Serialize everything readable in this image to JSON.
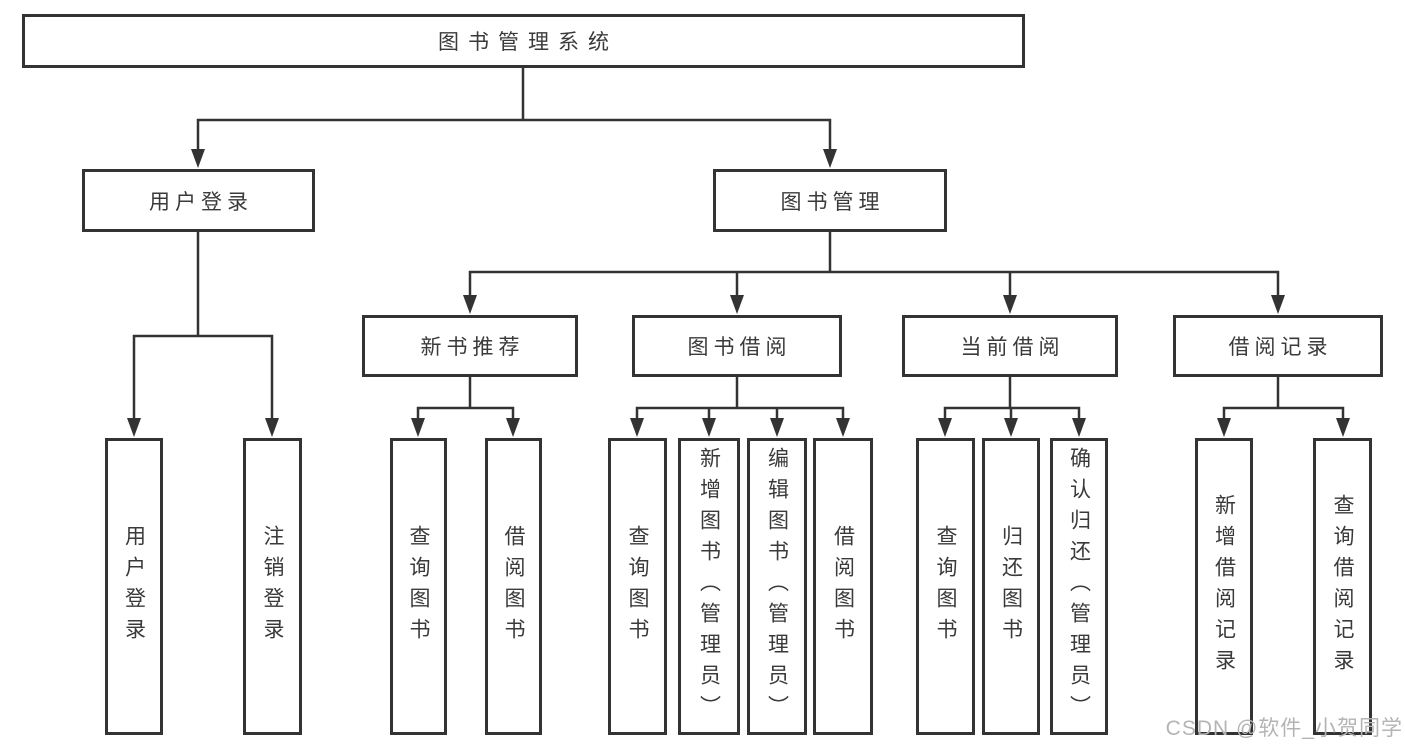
{
  "root": "图书管理系统",
  "branches": [
    {
      "label": "用户登录",
      "children": [
        "用户登录",
        "注销登录"
      ]
    },
    {
      "label": "图书管理",
      "groups": [
        {
          "label": "新书推荐",
          "children": [
            "查询图书",
            "借阅图书"
          ]
        },
        {
          "label": "图书借阅",
          "children": [
            "查询图书",
            "新增图书（管理员）",
            "编辑图书（管理员）",
            "借阅图书"
          ]
        },
        {
          "label": "当前借阅",
          "children": [
            "查询图书",
            "归还图书",
            "确认归还（管理员）"
          ]
        },
        {
          "label": "借阅记录",
          "children": [
            "新增借阅记录",
            "查询借阅记录"
          ]
        }
      ]
    }
  ],
  "colors": {
    "line": "#333333",
    "text": "#3a3a3a",
    "watermark": "#b4b4b4"
  },
  "watermark": "CSDN @软件_小贺同学"
}
